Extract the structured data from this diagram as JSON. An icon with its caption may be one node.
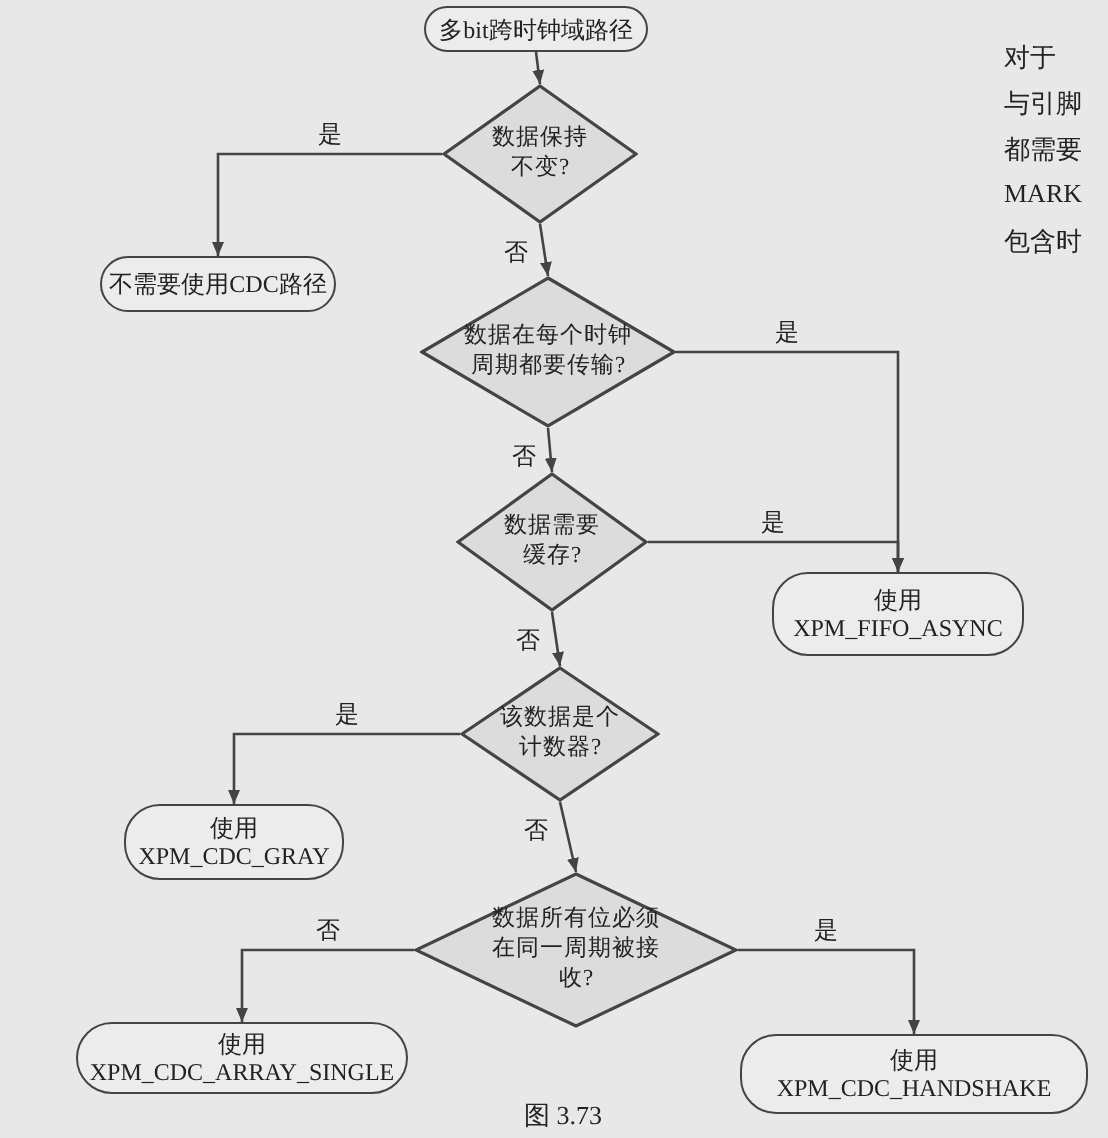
{
  "diagram": {
    "nodes": [
      {
        "text": [
          "多bit跨时钟域路径"
        ]
      },
      {
        "text": [
          "数据保持不变?"
        ]
      },
      {
        "text": [
          "不需要使用CDC路径"
        ]
      },
      {
        "text": [
          "数据在每个时钟周期都要传输?"
        ]
      },
      {
        "text": [
          "数据需要缓存?"
        ]
      },
      {
        "text": [
          "使用",
          "XPM_FIFO_ASYNC"
        ]
      },
      {
        "text": [
          "该数据是个计数器?"
        ]
      },
      {
        "text": [
          "使用",
          "XPM_CDC_GRAY"
        ]
      },
      {
        "text": [
          "数据所有位必须在同一周期被接收?"
        ]
      },
      {
        "text": [
          "使用",
          "XPM_CDC_ARRAY_SINGLE"
        ]
      },
      {
        "text": [
          "使用",
          "XPM_CDC_HANDSHAKE"
        ]
      }
    ],
    "edges": [
      {
        "from": 0,
        "to": 1,
        "arrow": "to"
      },
      {
        "from": 1,
        "to": 2,
        "arrow": "to",
        "label": "是"
      },
      {
        "from": 1,
        "to": 3,
        "arrow": "to",
        "label": "否"
      },
      {
        "from": 3,
        "to": 5,
        "arrow": "to",
        "label": "是"
      },
      {
        "from": 3,
        "to": 4,
        "arrow": "to",
        "label": "否"
      },
      {
        "from": 4,
        "to": 5,
        "arrow": "to",
        "label": "是"
      },
      {
        "from": 4,
        "to": 6,
        "arrow": "to",
        "label": "否"
      },
      {
        "from": 6,
        "to": 7,
        "arrow": "to",
        "label": "是"
      },
      {
        "from": 6,
        "to": 8,
        "arrow": "to",
        "label": "否"
      },
      {
        "from": 8,
        "to": 9,
        "arrow": "to",
        "label": "否"
      },
      {
        "from": 8,
        "to": 10,
        "arrow": "to",
        "label": "是"
      }
    ],
    "labels": [
      "对于",
      "与引脚",
      "都需要",
      "MARK",
      "包含时"
    ],
    "caption": "图 3.73"
  }
}
